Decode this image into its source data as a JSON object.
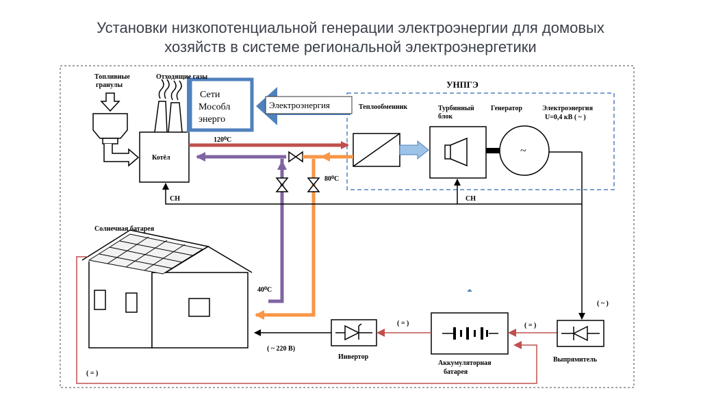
{
  "title": {
    "line1": "Установки низкопотенциальной генерации электроэнергии для домовых",
    "line2": "хозяйств в системе региональной электроэнергетики"
  },
  "labels": {
    "fuel": [
      "Топливные",
      "гранулы"
    ],
    "exhaust": "Отходящие газы",
    "grid": [
      "Сети",
      "Мособл",
      "энерго"
    ],
    "electricity_arrow": "Электроэнергия",
    "unit": "УНПГЭ",
    "heat_exchanger": "Теплообменник",
    "turbine": [
      "Турбинный",
      "блок"
    ],
    "generator": "Генератор",
    "electricity_out": [
      "Электроэнергия",
      "U=0,4 кВ ( ~ )"
    ],
    "boiler": "Котёл",
    "sn_left": "СН",
    "sn_right": "СН",
    "solar": "Солнечная батарея",
    "temp_120": "120⁰С",
    "temp_80": "80⁰С",
    "temp_40": "40⁰С",
    "ac_symbol": "( ~ )",
    "dc_left": "( = )",
    "dc_mid": "( = )",
    "dc_bottom": "( = )",
    "ac_220": "( ~ 220 В)",
    "inverter": "Инвертор",
    "battery": [
      "Аккумуляторная",
      "батарея"
    ],
    "rectifier": "Выпрямитель",
    "generator_symbol": "~"
  },
  "colors": {
    "hot_line": "#c0504d",
    "cold_line": "#8064a2",
    "return_line": "#f79646",
    "grid_box": "#4f81bd",
    "dc_line": "#c0504d",
    "unit_border": "#4f81bd"
  }
}
